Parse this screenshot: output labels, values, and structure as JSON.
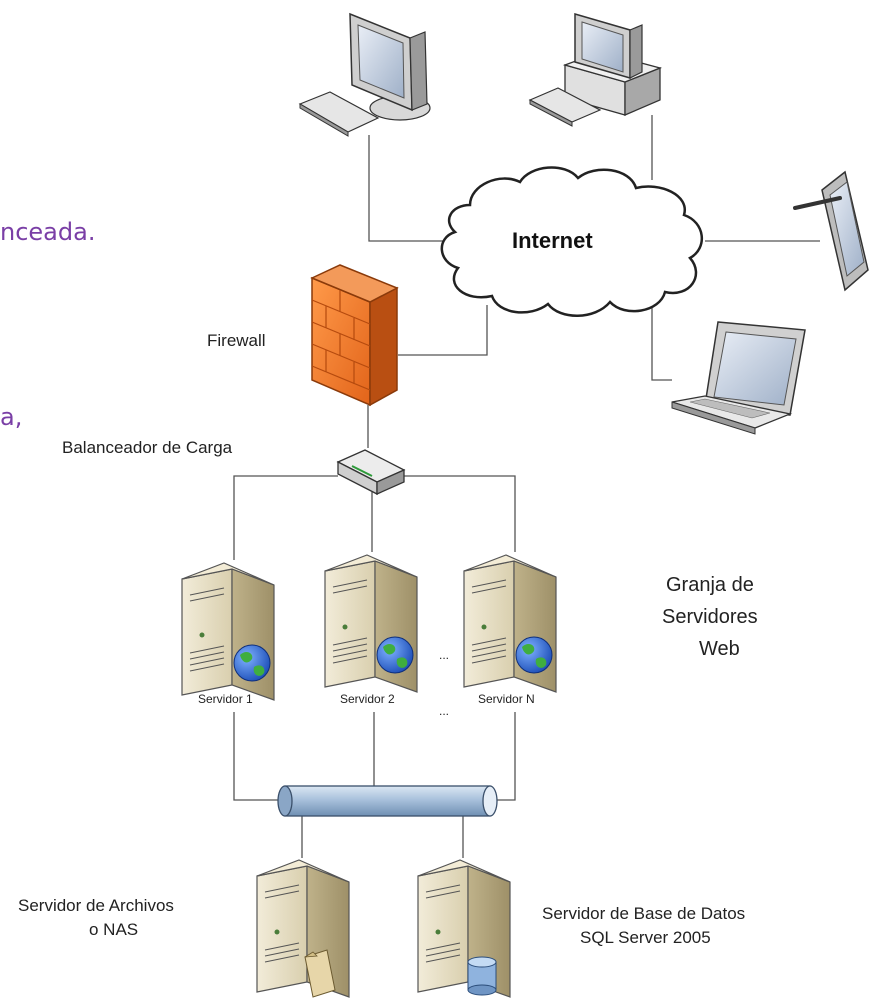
{
  "fragments": {
    "text1": "nceada.",
    "text2": "a,"
  },
  "labels": {
    "internet": "Internet",
    "firewall": "Firewall",
    "load_balancer": "Balanceador de Carga",
    "farm_line1": "Granja de",
    "farm_line2": "Servidores",
    "farm_line3": "Web",
    "server1": "Servidor 1",
    "server2": "Servidor 2",
    "serverN": "Servidor N",
    "dots": "...",
    "file_server_line1": "Servidor de Archivos",
    "file_server_line2": "o NAS",
    "db_server_line1": "Servidor de Base de Datos",
    "db_server_line2": "SQL Server 2005"
  },
  "colors": {
    "line": "#555555",
    "server_body": "#e4dcc2",
    "firewall": "#ef7a2a",
    "pipe": "#9fb9d6",
    "purple_text": "#7a3fa6"
  },
  "icons": [
    "desktop-monitor-icon",
    "desktop-tower-icon",
    "tablet-icon",
    "laptop-icon",
    "firewall-icon",
    "load-balancer-icon",
    "web-server-icon",
    "globe-icon",
    "file-server-icon",
    "folder-icon",
    "database-server-icon",
    "database-icon",
    "network-bus-icon",
    "cloud-icon"
  ]
}
